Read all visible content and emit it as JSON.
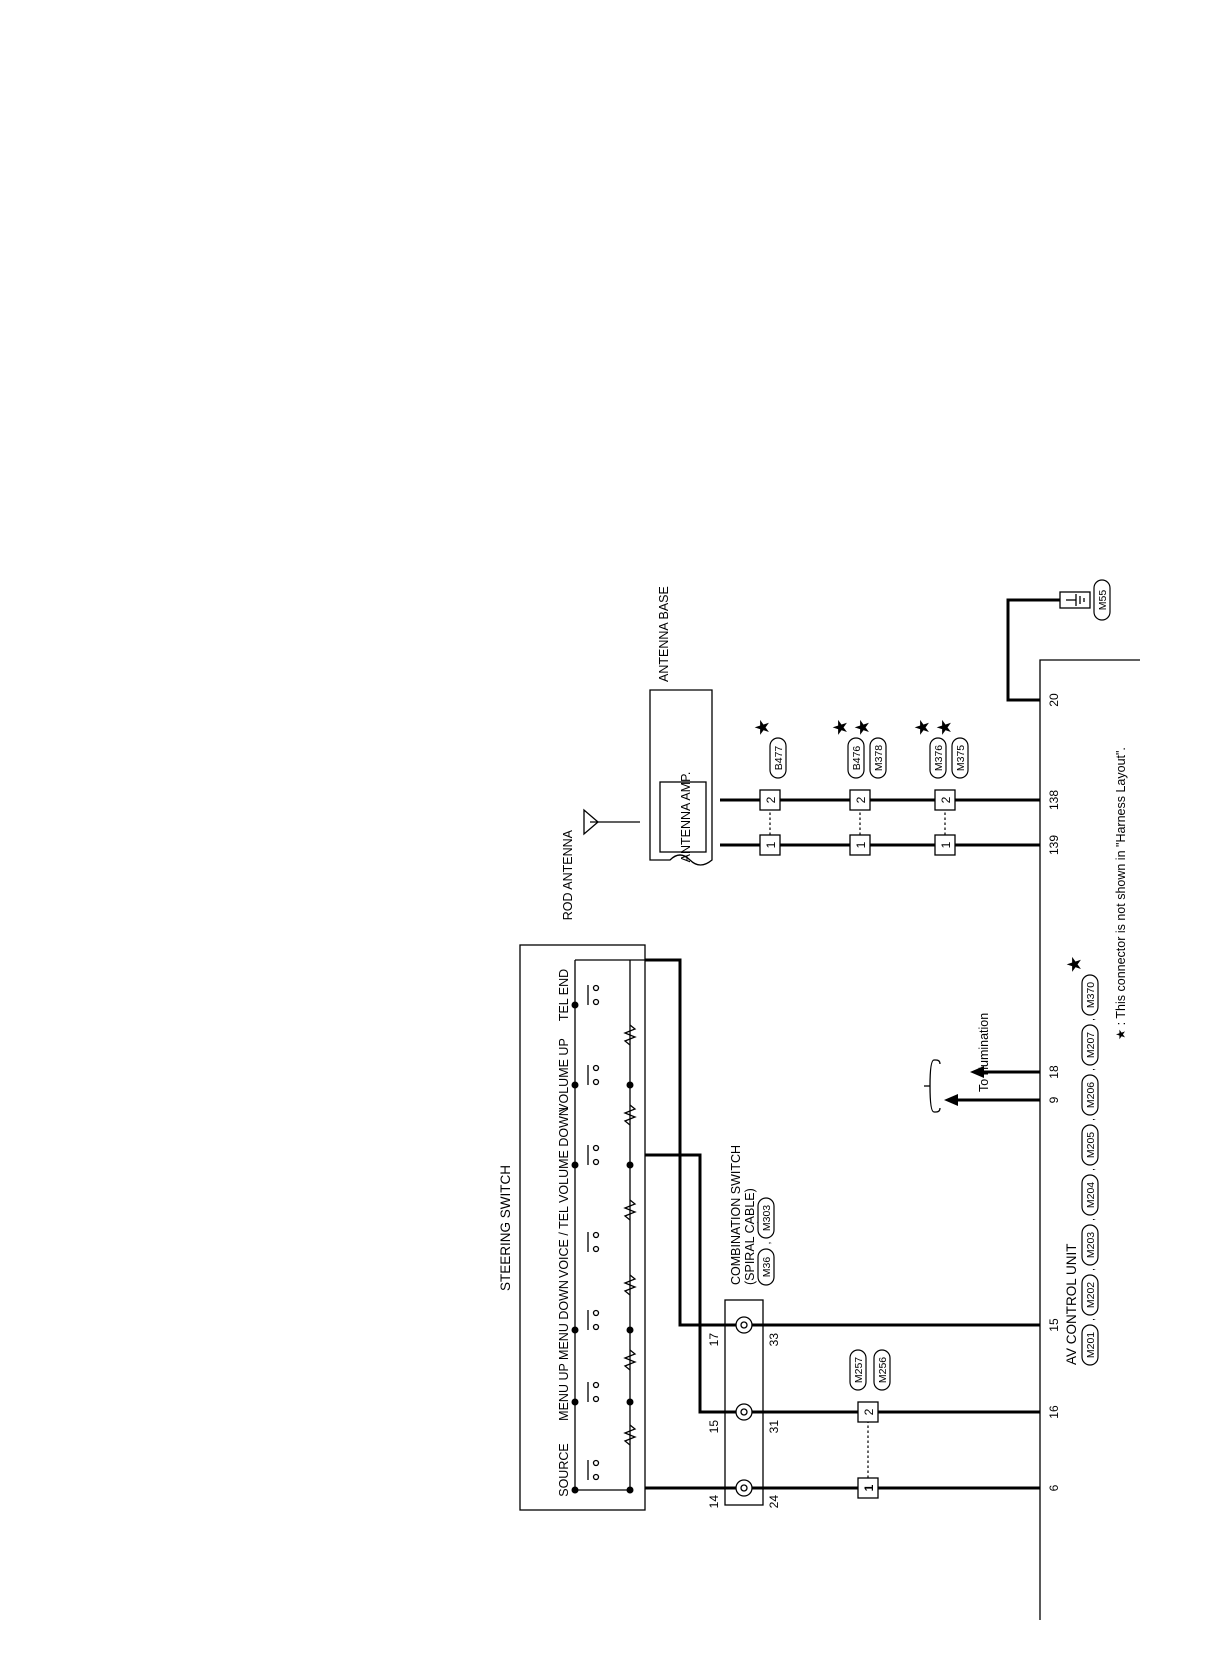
{
  "labels": {
    "steering_switch": "STEERING SWITCH",
    "source": "SOURCE",
    "menu_up": "MENU UP",
    "menu_down": "MENU DOWN",
    "voice_tel": "VOICE / TEL",
    "volume_down": "VOLUME DOWN",
    "volume_up": "VOLUME UP",
    "tel_end": "TEL END",
    "combination_switch": "COMBINATION SWITCH",
    "spiral_cable": "(SPIRAL CABLE)",
    "rod_antenna": "ROD ANTENNA",
    "antenna_base": "ANTENNA BASE",
    "antenna_amp": "ANTENNA AMP.",
    "to_illumination": "To illumination",
    "av_control_unit": "AV CONTROL UNIT",
    "footnote": "★ : This connector is not shown in \"Harness Layout\"."
  },
  "connectors": {
    "m36": "M36",
    "m303": "M303",
    "m257": "M257",
    "m256": "M256",
    "b477": "B477",
    "b476": "B476",
    "m378": "M378",
    "m376": "M376",
    "m375": "M375",
    "m55": "M55",
    "m201": "M201",
    "m202": "M202",
    "m203": "M203",
    "m204": "M204",
    "m205": "M205",
    "m206": "M206",
    "m207": "M207",
    "m370": "M370",
    "star": "★"
  },
  "pins": {
    "combo_14": "14",
    "combo_15": "15",
    "combo_17": "17",
    "combo_24": "24",
    "combo_31": "31",
    "combo_33": "33",
    "av_6": "6",
    "av_16": "16",
    "av_15": "15",
    "av_9": "9",
    "av_18": "18",
    "av_139": "139",
    "av_138": "138",
    "av_20": "20",
    "jc_1": "1",
    "jc_2": "2"
  }
}
